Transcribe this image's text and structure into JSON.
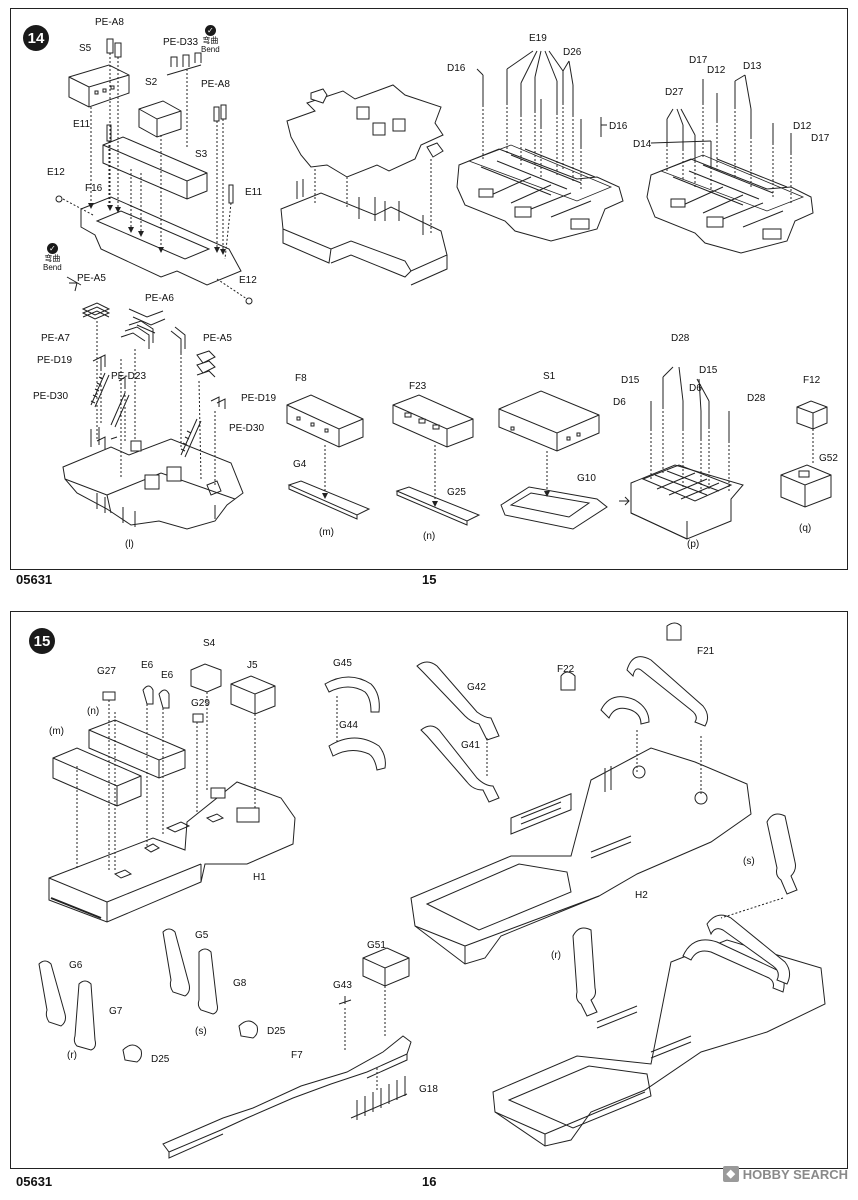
{
  "page": {
    "footer_code_top": "05631",
    "page_num_top": "15",
    "footer_code_bottom": "05631",
    "page_num_bottom": "16"
  },
  "watermark": {
    "text": "HOBBY SEARCH"
  },
  "step14": {
    "number": "14",
    "bend": {
      "jp": "弯曲",
      "en": "Bend"
    },
    "labels": {
      "PE-A8_a": "PE-A8",
      "S5": "S5",
      "PE-D33": "PE-D33",
      "S2": "S2",
      "PE-A8_b": "PE-A8",
      "E11_a": "E11",
      "S3": "S3",
      "E12_a": "E12",
      "F16": "F16",
      "E11_b": "E11",
      "E12_b": "E12",
      "E19": "E19",
      "D26": "D26",
      "D16_a": "D16",
      "D16_b": "D16",
      "D17_a": "D17",
      "D12_a": "D12",
      "D13": "D13",
      "D27": "D27",
      "D14": "D14",
      "D12_b": "D12",
      "D17_b": "D17",
      "PE-A5_a": "PE-A5",
      "PE-A6": "PE-A6",
      "PE-A7": "PE-A7",
      "PE-A5_b": "PE-A5",
      "PE-D19_a": "PE-D19",
      "PE-D23": "PE-D23",
      "PE-D30_a": "PE-D30",
      "PE-D19_b": "PE-D19",
      "PE-D30_b": "PE-D30",
      "F8": "F8",
      "G4": "G4",
      "F23": "F23",
      "G25": "G25",
      "S1": "S1",
      "G10": "G10",
      "D28_a": "D28",
      "D15_a": "D15",
      "D6_a": "D6",
      "D15_b": "D15",
      "D6_b": "D6",
      "D28_b": "D28",
      "F12": "F12",
      "G52": "G52"
    },
    "subs": {
      "l": "(l)",
      "m": "(m)",
      "n": "(n)",
      "p": "(p)",
      "q": "(q)"
    }
  },
  "step15": {
    "number": "15",
    "labels": {
      "S4": "S4",
      "G27": "G27",
      "E6_a": "E6",
      "E6_b": "E6",
      "J5": "J5",
      "G29": "G29",
      "n": "(n)",
      "m": "(m)",
      "H1": "H1",
      "G45": "G45",
      "G44": "G44",
      "G42": "G42",
      "G41": "G41",
      "F22": "F22",
      "F21": "F21",
      "s_a": "(s)",
      "H2": "H2",
      "r_a": "(r)",
      "G6": "G6",
      "G7": "G7",
      "r_b": "(r)",
      "D25_a": "D25",
      "G5": "G5",
      "G8": "G8",
      "s_b": "(s)",
      "D25_b": "D25",
      "G51": "G51",
      "G43": "G43",
      "F7": "F7",
      "G18": "G18"
    }
  }
}
